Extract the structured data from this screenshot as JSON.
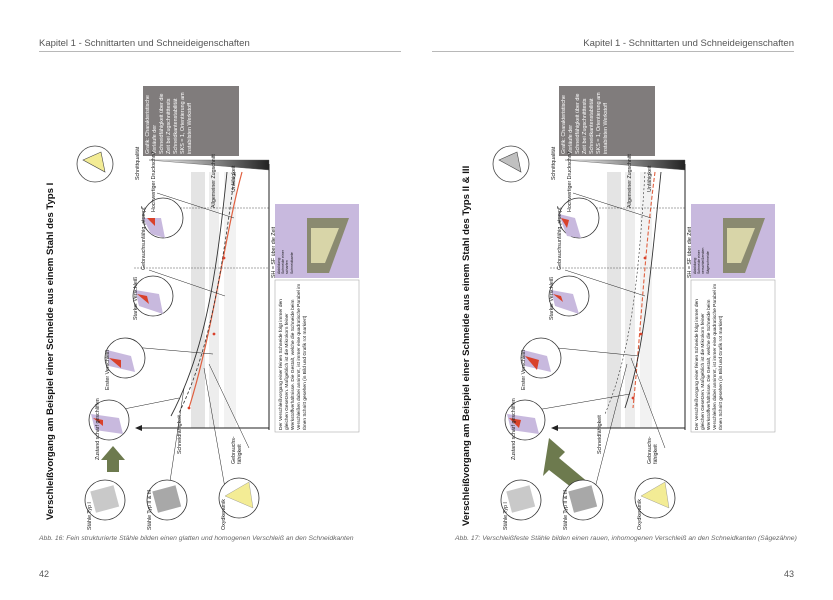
{
  "header": {
    "left": "Kapitel 1 - Schnittarten und Schneideigenschaften",
    "right": "Kapitel 1 - Schnittarten und Schneideigenschaften"
  },
  "pages": {
    "left_number": "42",
    "right_number": "43"
  },
  "captions": {
    "left": "Abb. 16: Fein strukturierte Stähle bilden einen glatten und homogenen Verschleiß an den Schneidkanten",
    "right": "Abb. 17: Verschleißfeste Stähle bilden einen rauen, inhomogenen Verschleiß an den Schneidkanten (Sägezähne)"
  },
  "figure_left": {
    "title": "Verschleißvorgang am Beispiel einer Schneide aus einem Stahl des Typs I",
    "stage_zustand": "Zustand scharf geschliffen",
    "stage_erster": "Erster Verschleiß",
    "stage_starker": "Starker Verschleiß",
    "stage_gebrauch": "Gebrauchsunfähig „stumpf“",
    "materials": [
      "Stähle Typ I",
      "Stähle Typ II & III",
      "Oxydkeramik"
    ],
    "schneidfaehigkeit": "Schneidfähigkeit",
    "axis_y": "Schnittqualität",
    "axis_x": "SH = SF über die Zeit",
    "cut_labels": [
      "Hochwertiger Druckschnitt",
      "Allgemeiner Zugschnitt",
      "Unfähigkeit"
    ],
    "gebrauch_label": "Gebrauchs-fähigkeit",
    "box_text": "Grafik: Charakteristische Verläufe der Schneidfähigkeit über die Zeit bei Zugschnitttests Schneidkantenstabilität SKS = 1, Orientierung am instabilsten Werkstoff",
    "note": "Der Verschleißvorgang einer feinen Schneide folgt immer den gleichen Gesetzen. Maßgeblich ist die Mikrokorn feiner Werkstoffverhältnisse. Die Gestalt, welche die Schneide beim Verschleißen dabei annimmt, ist immer eine quadratische Parabel im Ibnen Schnitt gesehen (in Bild und Grafik rot markiert)",
    "image_label": "Abbildung: Schneide einer scharfen Schneidkante"
  },
  "figure_right": {
    "title": "Verschleißvorgang am Beispiel einer Schneide aus einem Stahl des Typs II & III",
    "stage_zustand": "Zustand scharf geschliffen",
    "stage_erster": "Erster Verschleiß",
    "stage_starker": "Starker Verschleiß",
    "stage_gebrauch": "Gebrauchsunfähig „stumpf“",
    "materials": [
      "Stähle Typ I",
      "Stähle Typ II & III",
      "Oxydkeramik"
    ],
    "schneidfaehigkeit": "Schneidfähigkeit",
    "axis_y": "Schnittqualität",
    "axis_x": "SH = SF über die Zeit",
    "cut_labels": [
      "Hochwertiger Druckschnitt",
      "Allgemeiner Zugschnitt",
      "Unfähigkeit"
    ],
    "gebrauch_label": "Gebrauchs-fähigkeit",
    "box_text": "Grafik: Charakteristische Verläufe der Schneidfähigkeit über die Zeit bei Zugschnitttests Schneidkantenstabilität SKS = 1, Orientierung am instabilsten Werkstoff",
    "note": "Der Verschleißvorgang einer feinen Schneide folgt immer den gleichen Gesetzen. Maßgeblich ist die Mikrokorn feiner Werkstoffverhältnisse. Die Gestalt, welche die Schneide beim Verschleißen dabei annimmt, ist immer eine quadratische Parabel im Ibnen Schnitt gesehen (in Bild und Grafik rot markiert)",
    "image_label": "Abbildung: Schneide einer verschleißenden Sägeschneide"
  },
  "colors": {
    "red": "#d9412b",
    "purple_box": "#c8b9de",
    "grey_box": "#807c7c",
    "arrow_green": "#6d7a4e",
    "yellow_fill": "#f3ec95"
  }
}
